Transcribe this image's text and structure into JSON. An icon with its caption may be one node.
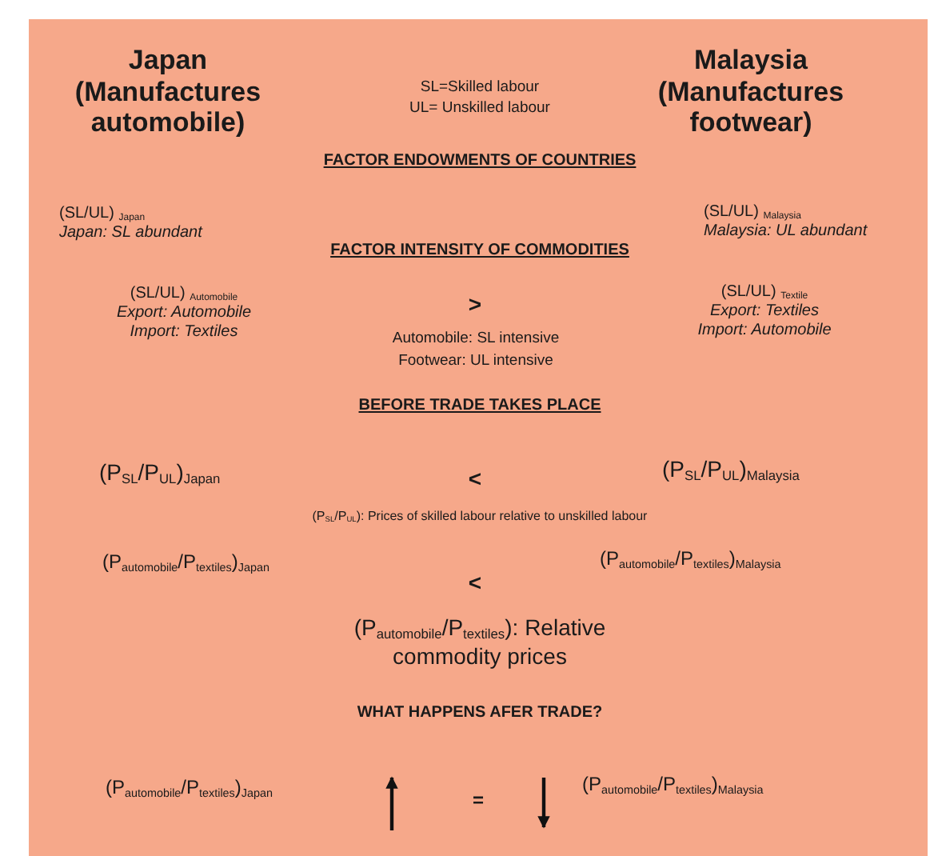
{
  "diagram": {
    "labels": [
      "Japan (Manufactures automobile)",
      "SL=Skilled labour",
      "Malaysia (Manufactures footwear)",
      "UL= Unskilled labour",
      "FACTOR ENDOWMENTS OF COUNTRIES",
      "(SL/UL) $_{Japan}$",
      "(SL/UL) $_{Malaysia}$",
      "Japan: SL abundant",
      "Malaysia: UL abundant",
      "FACTOR INTENSITY OF COMMODITIES",
      "(SL/UL) $_{Automobile}$",
      ">",
      "(SL/UL) $_{Textile}$",
      "Export: Automobile",
      "Export: Textiles",
      "Import: Textiles",
      "Automobile: SL intensive",
      "Import: Automobile",
      "Footwear: UL intensive",
      "BEFORE TRADE TAKES PLACE",
      "(P$_{SL}$/P$_{UL}$)$_{Japan}$",
      "<",
      "(P$_{SL}$/P$_{UL}$)$_{Malaysia}$",
      "(P$_{SL}$/P$_{UL}$): Prices of skilled labour relative to unskilled labour",
      "(P$_{automobile}$/P$_{textiles}$)$_{Japan}$",
      "(P$_{automobile}$/P$_{textiles}$)$_{Malaysia}$",
      "<",
      "(P$_{automobile}$/P$_{textiles}$): Relative commodity prices",
      "WHAT HAPPENS AFER TRADE?",
      "(P$_{automobile}$/P$_{textiles}$)$_{Japan}$",
      "=",
      "(P$_{automobile}$/P$_{textiles}$)$_{Malaysia}$"
    ]
  }
}
